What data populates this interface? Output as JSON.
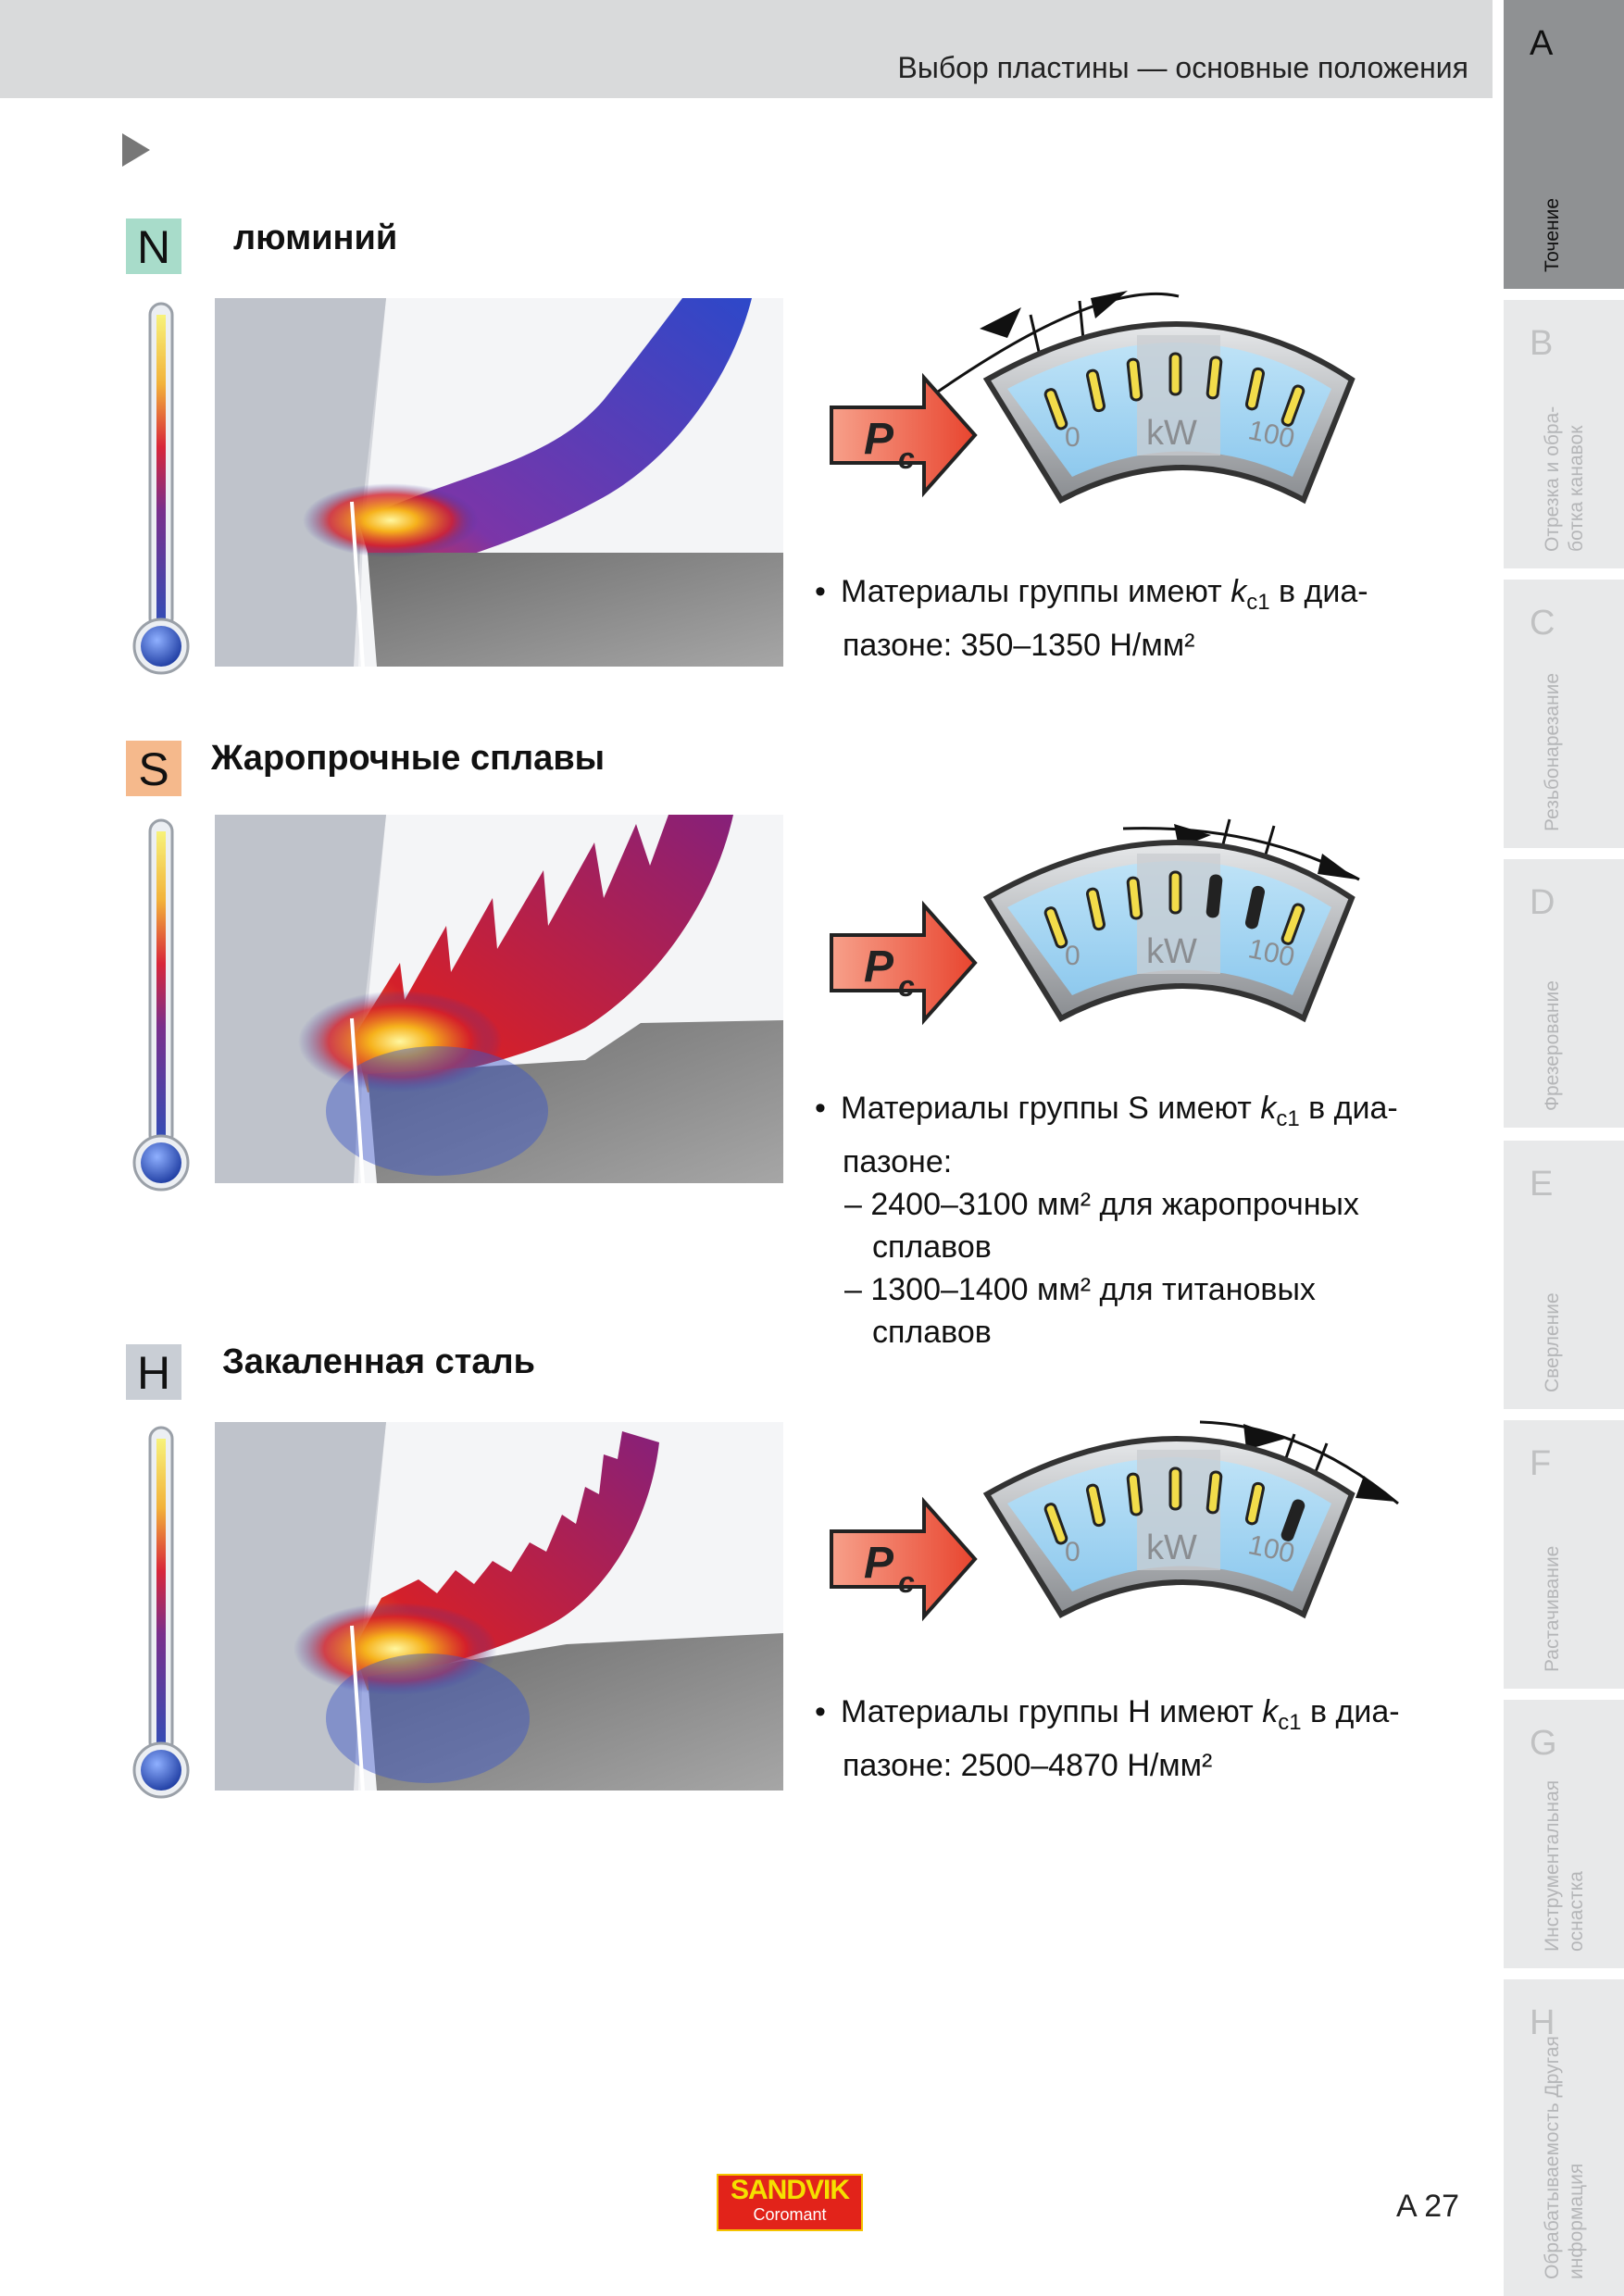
{
  "header": {
    "title": "Выбор пластины — основные положения"
  },
  "tabs": [
    {
      "letter": "A",
      "label": "Точение",
      "active": true
    },
    {
      "letter": "B",
      "label": "Отрезка и обра- ботка канавок",
      "active": false
    },
    {
      "letter": "C",
      "label": "Резьбонарезание",
      "active": false
    },
    {
      "letter": "D",
      "label": "Фрезерование",
      "active": false
    },
    {
      "letter": "E",
      "label": "Сверление",
      "active": false
    },
    {
      "letter": "F",
      "label": "Растачивание",
      "active": false
    },
    {
      "letter": "G",
      "label": "Инструментальная оснастка",
      "active": false
    },
    {
      "letter": "H",
      "label": "Обрабатываемость Другая информация",
      "active": false
    }
  ],
  "sections": [
    {
      "badge": "N",
      "title": "люминий",
      "bullet": "Материалы группы     имеют",
      "kc_sub": "c1",
      "bullet_rest": " в диа-",
      "line2": "пазоне: 350–1350 Н/мм²"
    },
    {
      "badge": "S",
      "title": "Жаропрочные сплавы",
      "bullet": "Материалы группы S имеют",
      "kc_sub": "c1",
      "bullet_rest": " в диа-",
      "line2": "пазоне:",
      "subitems": [
        {
          "line1": "2400–3100 мм² для жаропрочных",
          "line2": "сплавов"
        },
        {
          "line1": "1300–1400 мм² для титановых",
          "line2": "сплавов"
        }
      ]
    },
    {
      "badge": "H",
      "title": "Закаленная сталь",
      "bullet": "Материалы группы H имеют",
      "kc_sub": "c1",
      "bullet_rest": " в диа-",
      "line2": "пазоне: 2500–4870 Н/мм²"
    }
  ],
  "gauge": {
    "pc_label": "P",
    "pc_sub": "c",
    "min_label": "0",
    "unit_label": "kW",
    "max_label": "100",
    "kc_symbol": "k"
  },
  "footer": {
    "logo_top": "SANDVIK",
    "logo_bottom": "Coromant",
    "page_number": "A 27"
  },
  "colors": {
    "accent_n": "#a8dcca",
    "accent_s": "#f5b98c",
    "accent_h": "#c9ced5",
    "logo_red": "#e2231a"
  }
}
